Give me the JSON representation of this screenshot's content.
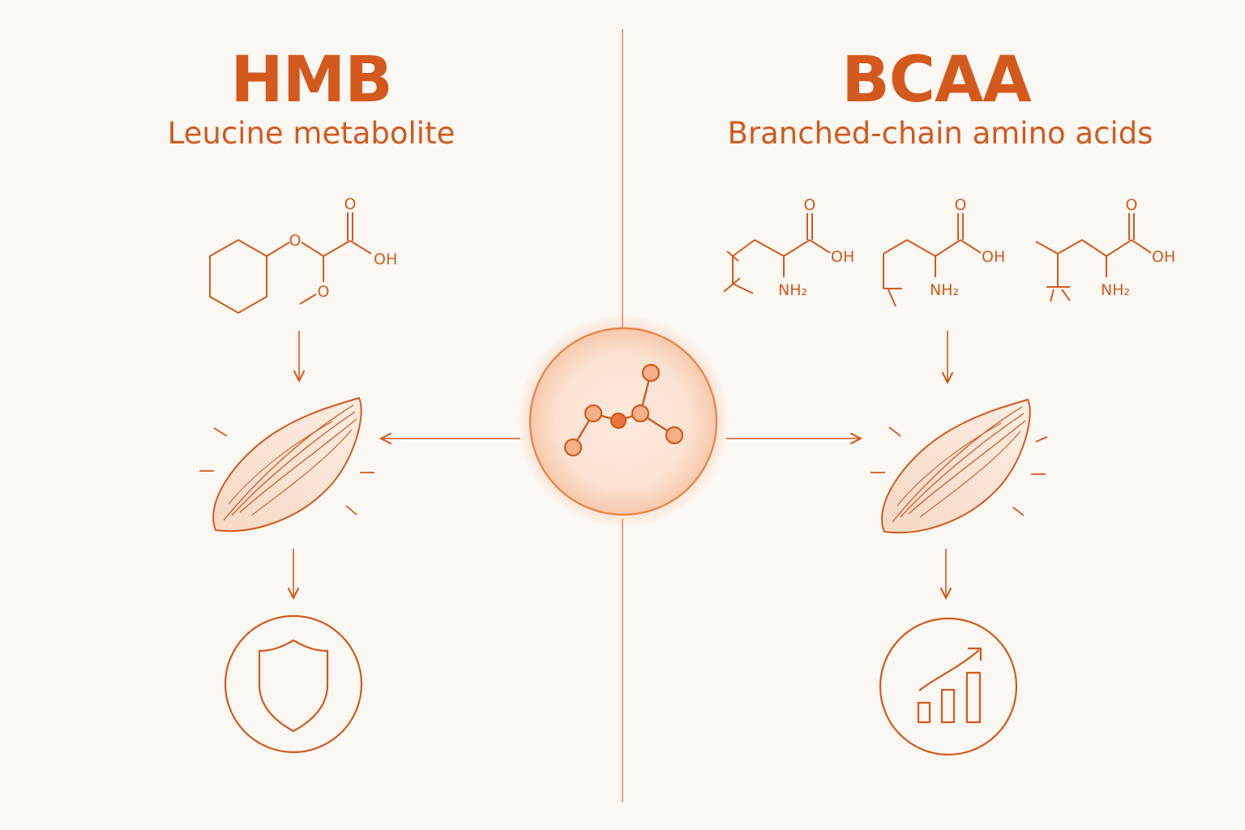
{
  "accent_color": "#d4591e",
  "background_color": "#fbf8f4",
  "left_panel": {
    "title": "HMB",
    "subtitle": "Leucine metabolite",
    "molecule_labels": {
      "o1": "O",
      "o2": "O",
      "o3": "O",
      "oh": "OH"
    },
    "outcome_icon": "shield-icon"
  },
  "right_panel": {
    "title": "BCAA",
    "subtitle": "Branched-chain amino acids",
    "molecules": [
      {
        "o": "O",
        "oh": "OH",
        "nh2": "NH₂"
      },
      {
        "o": "O",
        "oh": "OH",
        "nh2": "NH₂"
      },
      {
        "o": "O",
        "oh": "OH",
        "nh2": "NH₂"
      }
    ],
    "outcome_icon": "growth-chart-icon"
  },
  "center_icon": "molecule-icon"
}
